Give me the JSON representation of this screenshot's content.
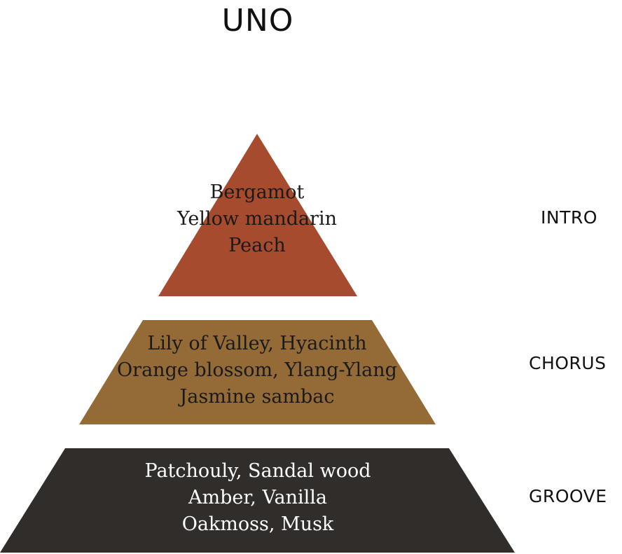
{
  "title": "UNO",
  "colors": {
    "top": "#a64b2e",
    "middle": "#946a37",
    "base": "#302d2b"
  },
  "tiers": [
    {
      "label": "INTRO",
      "notes": [
        "Bergamot",
        "Yellow mandarin",
        "Peach"
      ]
    },
    {
      "label": "CHORUS",
      "notes": [
        "Lily of Valley, Hyacinth",
        "Orange blossom, Ylang-Ylang",
        "Jasmine sambac"
      ]
    },
    {
      "label": "GROOVE",
      "notes": [
        "Patchouly, Sandal wood",
        "Amber, Vanilla",
        "Oakmoss, Musk"
      ]
    }
  ]
}
